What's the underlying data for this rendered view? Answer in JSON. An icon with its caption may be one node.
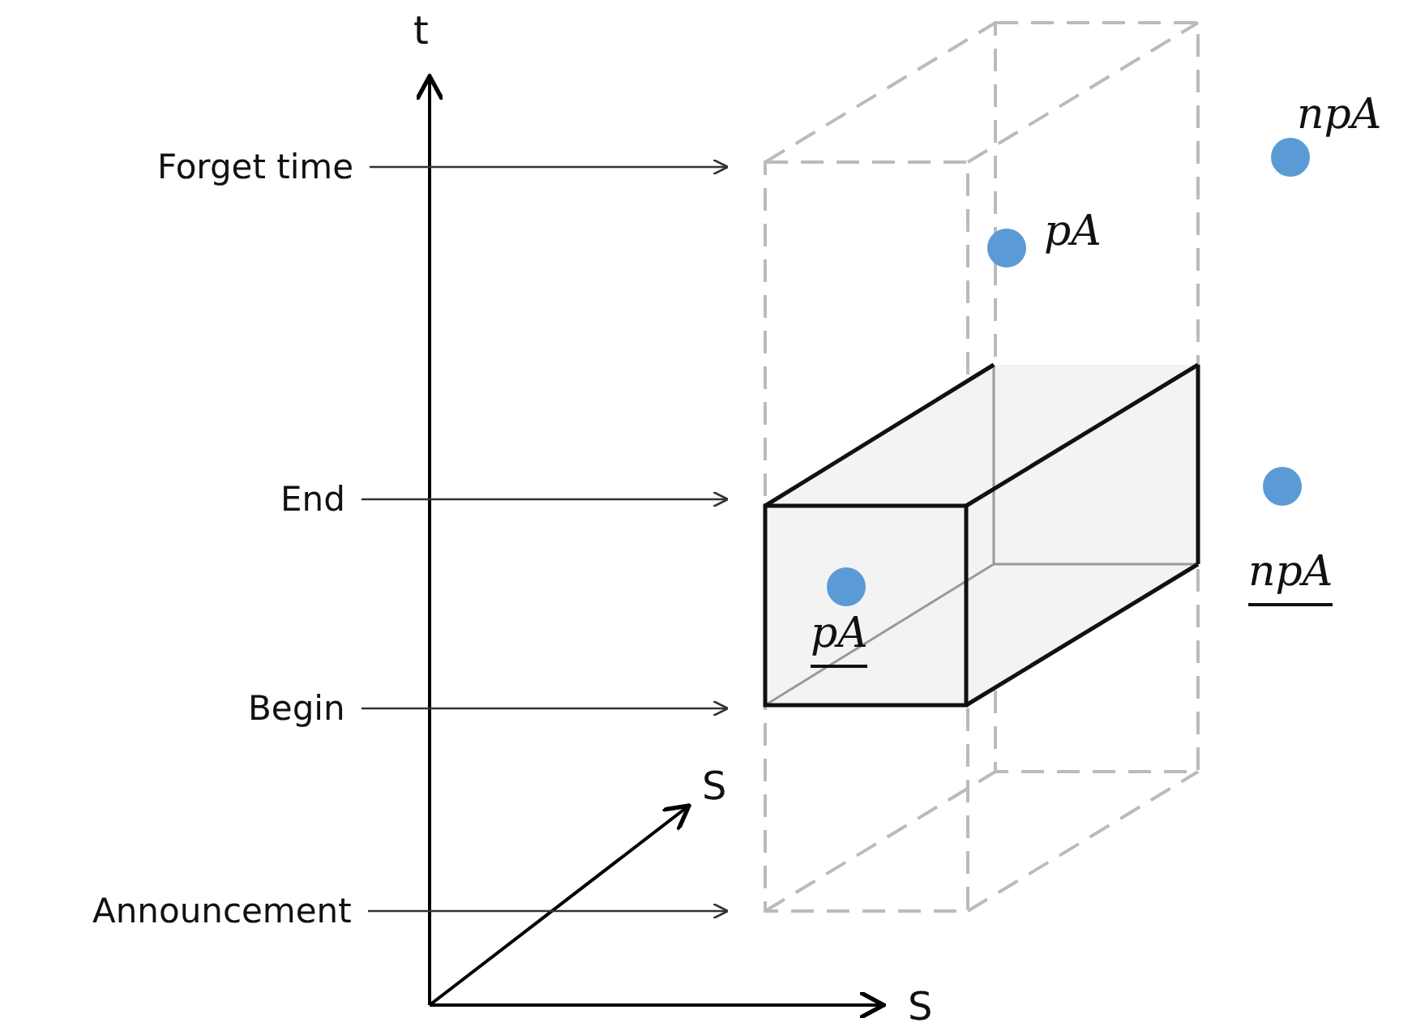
{
  "diagram": {
    "nodes": [
      {
        "text": [
          "Forget time"
        ]
      },
      {
        "text": [
          "End"
        ]
      },
      {
        "text": [
          "Begin"
        ]
      },
      {
        "text": [
          "Announcement"
        ]
      }
    ],
    "edges": [
      {
        "from": 0,
        "to": null,
        "arrow": "to"
      },
      {
        "from": 1,
        "to": null,
        "arrow": "to"
      },
      {
        "from": 2,
        "to": null,
        "arrow": "to"
      },
      {
        "from": 3,
        "to": null,
        "arrow": "to"
      }
    ],
    "labels": [
      "t",
      "npA",
      "pA",
      "npA",
      "pA",
      "S",
      "S"
    ]
  }
}
